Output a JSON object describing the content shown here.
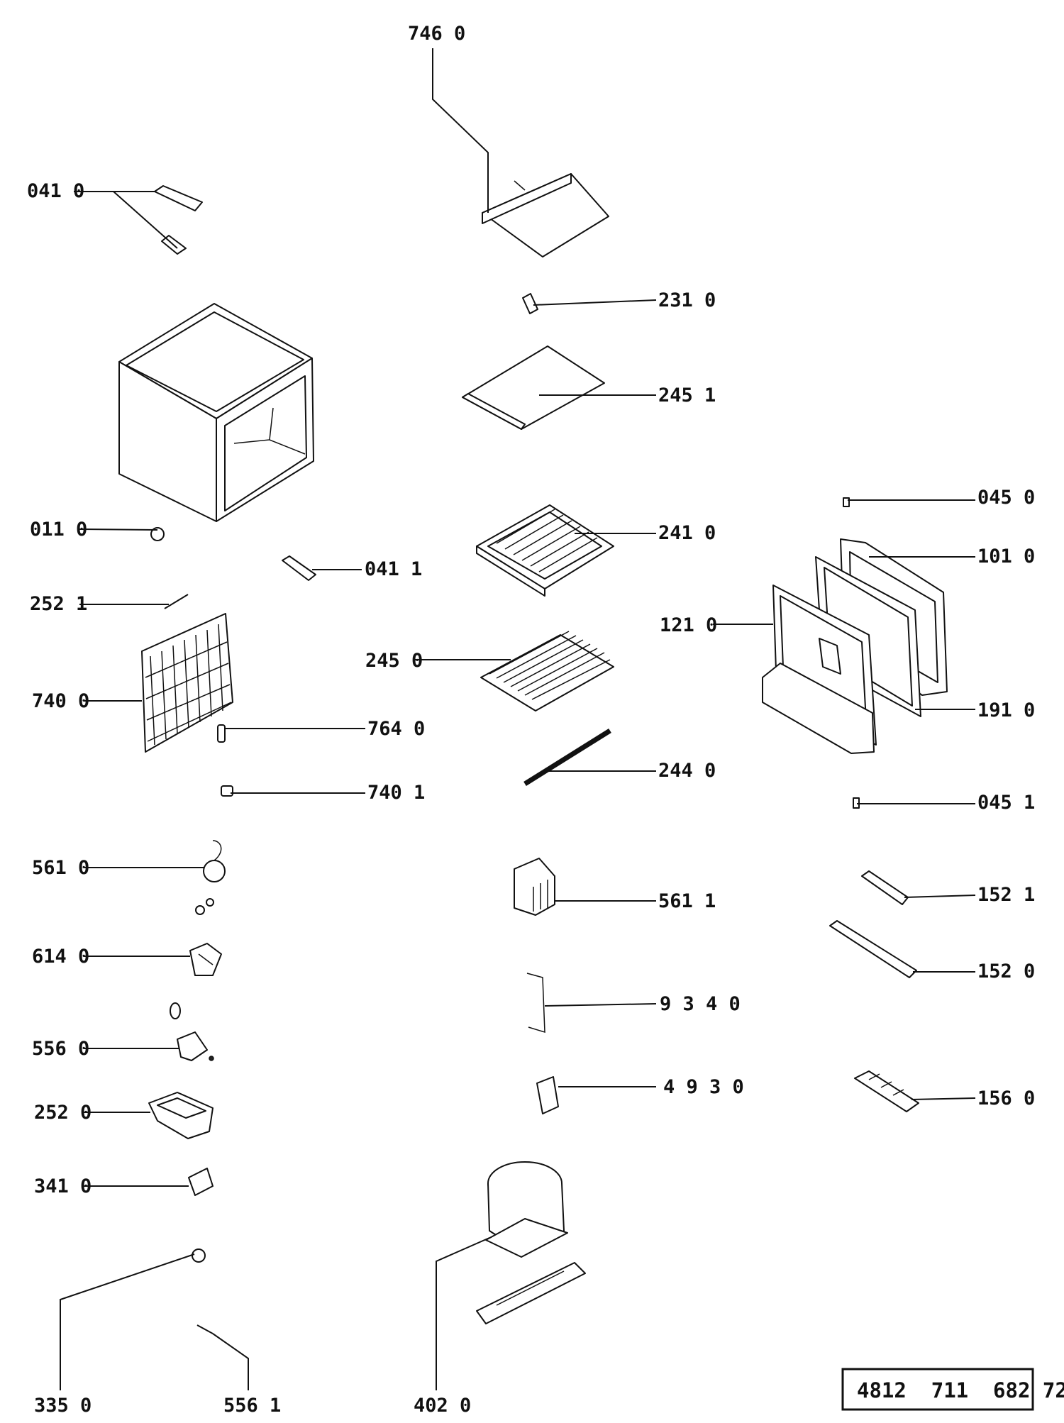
{
  "labels": {
    "l7460": "746 0",
    "l0410": "041 0",
    "l2310": "231 0",
    "l2451": "245 1",
    "l0450": "045 0",
    "l0110": "011 0",
    "l2410": "241 0",
    "l1010": "101 0",
    "l0411": "041 1",
    "l2521": "252 1",
    "l1210": "121 0",
    "l2450": "245 0",
    "l7400": "740 0",
    "l7640": "764 0",
    "l1910": "191 0",
    "l2440": "244 0",
    "l7401": "740 1",
    "l0451": "045 1",
    "l5610": "561 0",
    "l5611": "561 1",
    "l1521": "152 1",
    "l6140": "614 0",
    "l1520": "152 0",
    "l9340": "9 3 4 0",
    "l5560": "556 0",
    "l4930": "4 9 3 0",
    "l1560": "156 0",
    "l2520": "252 0",
    "l3410": "341 0",
    "l3350": "335 0",
    "l5561": "556 1",
    "l4020": "402 0"
  },
  "stamp": "4812  711  682 72"
}
